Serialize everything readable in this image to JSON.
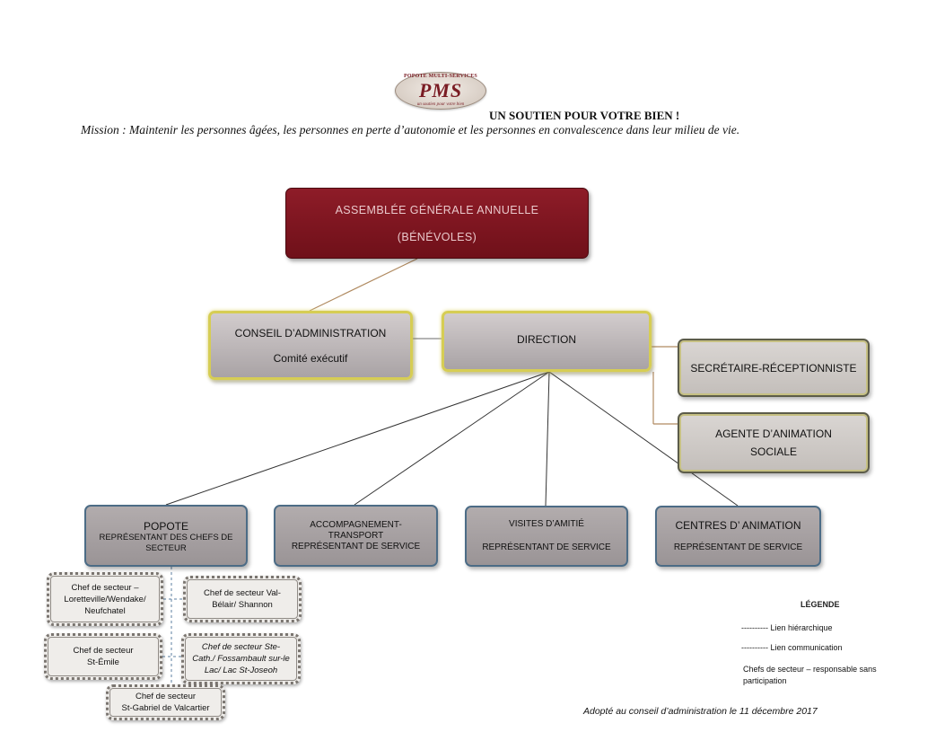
{
  "header": {
    "logo": {
      "arc_text": "POPOTE MULTI-SERVICES",
      "monogram": "PMS",
      "tagline": "un soutien pour votre bien"
    },
    "slogan": "UN SOUTIEN POUR VOTRE BIEN !",
    "mission": "Mission :   Maintenir les personnes âgées, les personnes en perte d’autonomie et les personnes en convalescence dans leur milieu de vie."
  },
  "colors": {
    "agm_fill": "#7e1520",
    "highlight_border": "#d6cd54",
    "service_border": "#4c6c86",
    "box_fill": "#a8a2a4"
  },
  "org": {
    "agm": {
      "line1": "ASSEMBLÉE GÉNÉRALE ANNUELLE",
      "line2": "(BÉNÉVOLES)"
    },
    "conseil": {
      "line1": "CONSEIL D’ADMINISTRATION",
      "line2": "Comité exécutif"
    },
    "direction": {
      "label": "DIRECTION"
    },
    "secretaire": {
      "label": "SECRÉTAIRE-RÉCEPTIONNISTE"
    },
    "agente": {
      "line1": "AGENTE D’ANIMATION",
      "line2": "SOCIALE"
    },
    "popote": {
      "title": "POPOTE",
      "line1": "REPRÉSENTANT DES CHEFS DE",
      "line2": "SECTEUR"
    },
    "accompagnement": {
      "line1": "ACCOMPAGNEMENT-",
      "line2": "TRANSPORT",
      "line3": "REPRÉSENTANT DE SERVICE"
    },
    "visites": {
      "line1": "VISITES D’AMITIÉ",
      "line2": "REPRÉSENTANT DE SERVICE"
    },
    "centres": {
      "line1": "CENTRES D’ ANIMATION",
      "line2": "REPRÉSENTANT DE SERVICE"
    },
    "chefs": [
      {
        "line1": "Chef de secteur –",
        "line2": "Loretteville/Wendake/",
        "line3": "Neufchatel"
      },
      {
        "line1": "Chef de secteur  Val-",
        "line2": "Bélair/ Shannon"
      },
      {
        "line1": "Chef de secteur",
        "line2": "St-Émile"
      },
      {
        "line1": "Chef de secteur Ste-",
        "line2": "Cath./ Fossambault sur-le",
        "line3": "Lac/ Lac St-Joseoh"
      },
      {
        "line1": "Chef de secteur",
        "line2": "St-Gabriel de Valcartier"
      }
    ]
  },
  "legend": {
    "title": "LÉGENDE",
    "hierarchique": "----------  Lien hiérarchique",
    "communication": "----------  Lien communication",
    "chefs_note": "Chefs de secteur – responsable sans participation"
  },
  "footer": {
    "adopted": "Adopté au conseil d’administration le 11 décembre 2017"
  }
}
